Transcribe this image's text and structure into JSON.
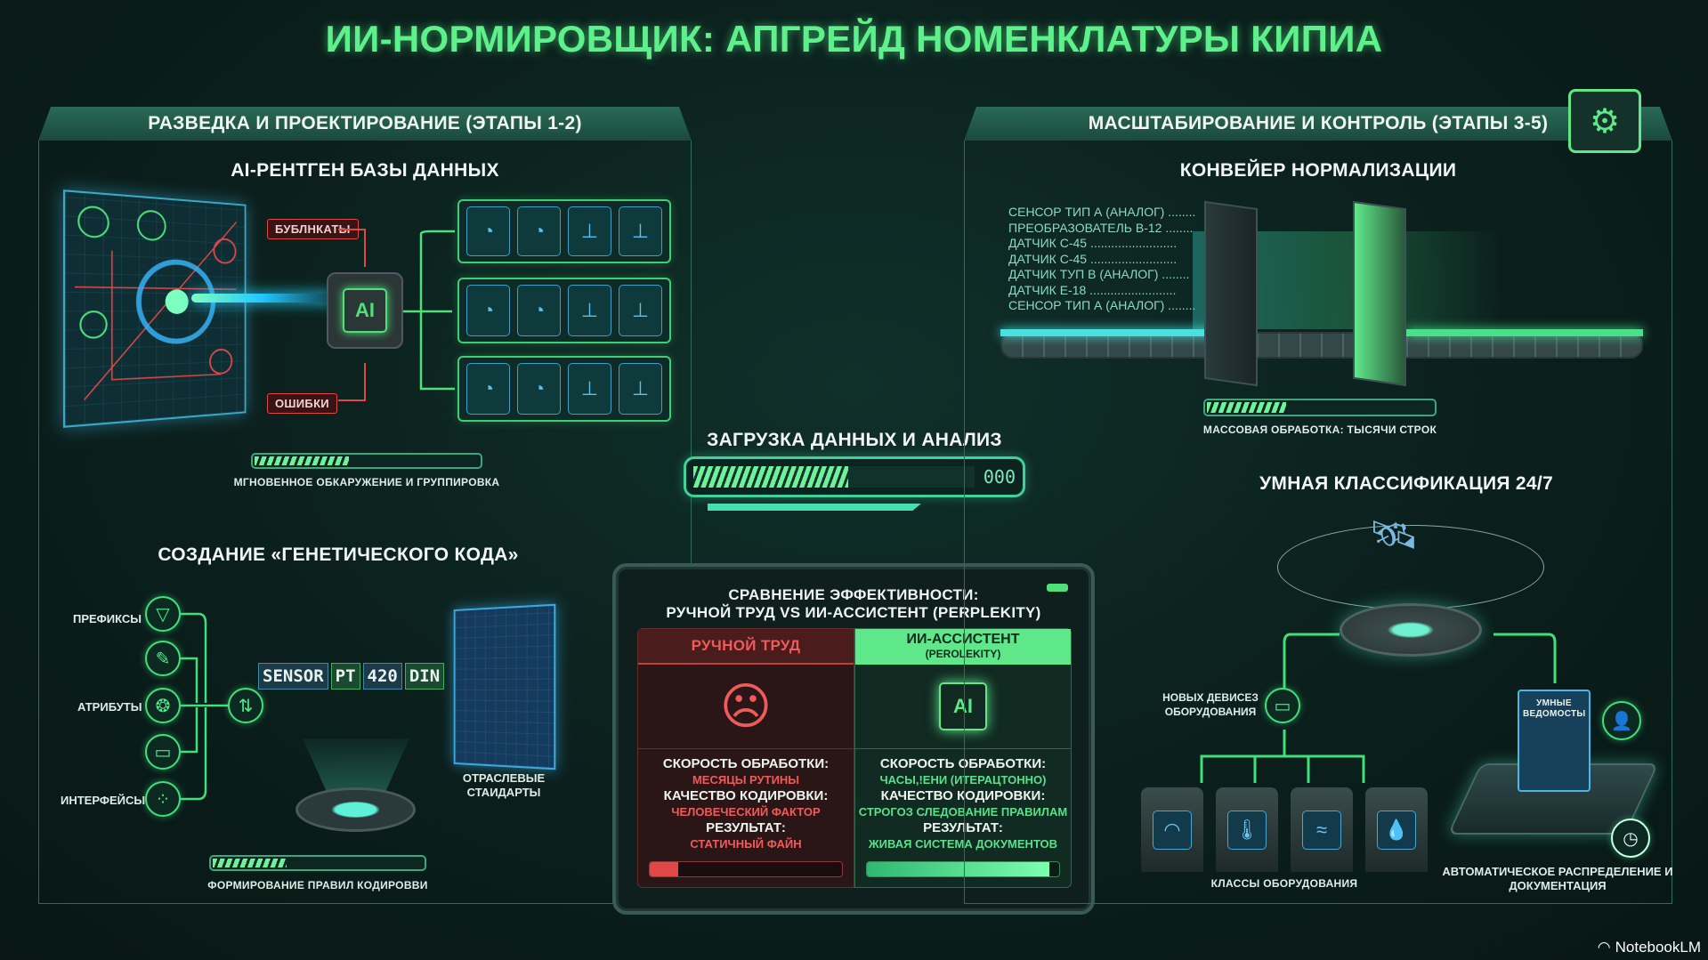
{
  "title": "ИИ-НОРМИРОВЩИК: АПГРЕЙД НОМЕНКЛАТУРЫ КИПИА",
  "left_section": {
    "header": "РАЗВЕДКА И ПРОЕКТИРОВАНИЕ (ЭТАПЫ 1-2)",
    "xray": {
      "title": "AI-РЕНТГЕН БАЗЫ ДАННЫХ",
      "tag_duplicates": "БУБЛНКАТЫ",
      "tag_errors": "ОШИБКИ",
      "chip_label": "AI",
      "progress": 0.42,
      "progress_label": "МГНОВЕННОЕ ОБКАРУЖЕНИЕ И ГРУППИРОВКА",
      "tile_icons": [
        "gauge-icon",
        "gauge-icon",
        "valve-icon",
        "valve-icon"
      ]
    },
    "genetic": {
      "title": "СОЗДАНИЕ «ГЕНЕТИЧЕСКОГО КОДА»",
      "inputs": [
        "ПРЕФИКСЫ",
        "",
        "АТРИБУТЫ",
        "",
        "ИНТЕРФЕЙСЫ"
      ],
      "input_icons": [
        "filter-icon",
        "pen-icon",
        "brain-icon",
        "window-icon",
        "network-icon"
      ],
      "code_parts": [
        "SENSOR",
        "PT",
        "420",
        "DIN"
      ],
      "standards_label": "ОТРАСЛЕВЫЕ СТАИДАРТЫ",
      "progress": 0.35,
      "progress_label": "ФОРМИРОВАНИЕ ПРАВИЛ КОДИРОВВИ"
    }
  },
  "center": {
    "load": {
      "title": "ЗАГРУЗКА ДАННЫХ И АНАЛИЗ",
      "progress": 0.55,
      "counter": "000"
    },
    "comparison": {
      "title_line1": "СРАВНЕНИЕ ЭФФЕКТИВНОСТИ:",
      "title_line2": "РУЧНОЙ ТРУД VS ИИ-АССИСТЕНТ (PERPLEKITY)",
      "manual": {
        "header": "РУЧНОЙ ТРУД",
        "speed_label": "СКОРОСТЬ ОБРАБОТКИ:",
        "speed_value": "МЕСЯЦЫ РУТИНЫ",
        "quality_label": "КАЧЕСТВО КОДИРОВКИ:",
        "quality_value": "ЧЕЛОВЕЧЕСКИЙ ФАКТОР",
        "result_label": "РЕЗУЛЬТАТ:",
        "result_value": "СТАТИЧНЫЙ ФАЙН",
        "progress": 0.15
      },
      "ai": {
        "header": "ИИ-АССИСТЕНТ",
        "subheader": "(PEROLEKITY)",
        "chip_label": "AI",
        "speed_label": "СКОРОСТЬ ОБРАБОТКИ:",
        "speed_value": "ЧАСЫ,!ЕНИ (ИТЕРАЦТОННО)",
        "quality_label": "КАЧЕСТВО КОДИРОВКИ:",
        "quality_value": "СТРОГОЗ СЛЕДОВАНИЕ ПРАВИЛАМ",
        "result_label": "РЕЗУЛЬТАТ:",
        "result_value": "ЖИВАЯ СИСТЕМА ДОКУМЕНТОВ",
        "progress": 0.95
      }
    }
  },
  "right_section": {
    "header": "МАСШТАБИРОВАНИЕ И КОНТРОЛЬ (ЭТАПЫ 3-5)",
    "conveyor": {
      "title": "КОНВЕЙЕР НОРМАЛИЗАЦИИ",
      "items": [
        "СЕНСОР ТИП А (АНАЛОГ) ........",
        "ПРЕОБРАЗОВАТЕЛЬ В-12 ........",
        "ДАТЧИК С-45 .........................",
        "ДАТЧИК С-45 .........................",
        "ДАТЧИК ТУП В (АНАЛОГ) ........",
        "ДАТЧИК Е-18 .........................",
        "СЕНСОР ТИП А (АНАЛОГ) ........"
      ],
      "progress": 0.35,
      "progress_label": "МАССОВАЯ ОБРАБОТКА: ТЫСЯЧИ СТРОК"
    },
    "classification": {
      "title": "УМНАЯ КЛАССИФИКАЦИЯ 24/7",
      "new_devices_label": "НОВЫХ ДЕВИСЕЗ ОБОРУДОВАНИЯ",
      "classes_label": "КЛАССЫ ОБОРУДОВАНИЯ",
      "class_icons": [
        "speedometer-icon",
        "thermometer-icon",
        "wave-icon",
        "drop-icon"
      ],
      "doc_label": "УМНЫЕ ВЕДОМОСТЫ",
      "distribution_label": "АВТОМАТИЧЕСКОЕ РАСПРЕДЕЛЕНИЕ И ДОКУМЕНТАЦИЯ"
    }
  },
  "watermark": "NotebookLM",
  "colors": {
    "accent": "#5ef08a",
    "error": "#e04848",
    "info": "#4fb8e6",
    "panel": "#1f5a48"
  }
}
